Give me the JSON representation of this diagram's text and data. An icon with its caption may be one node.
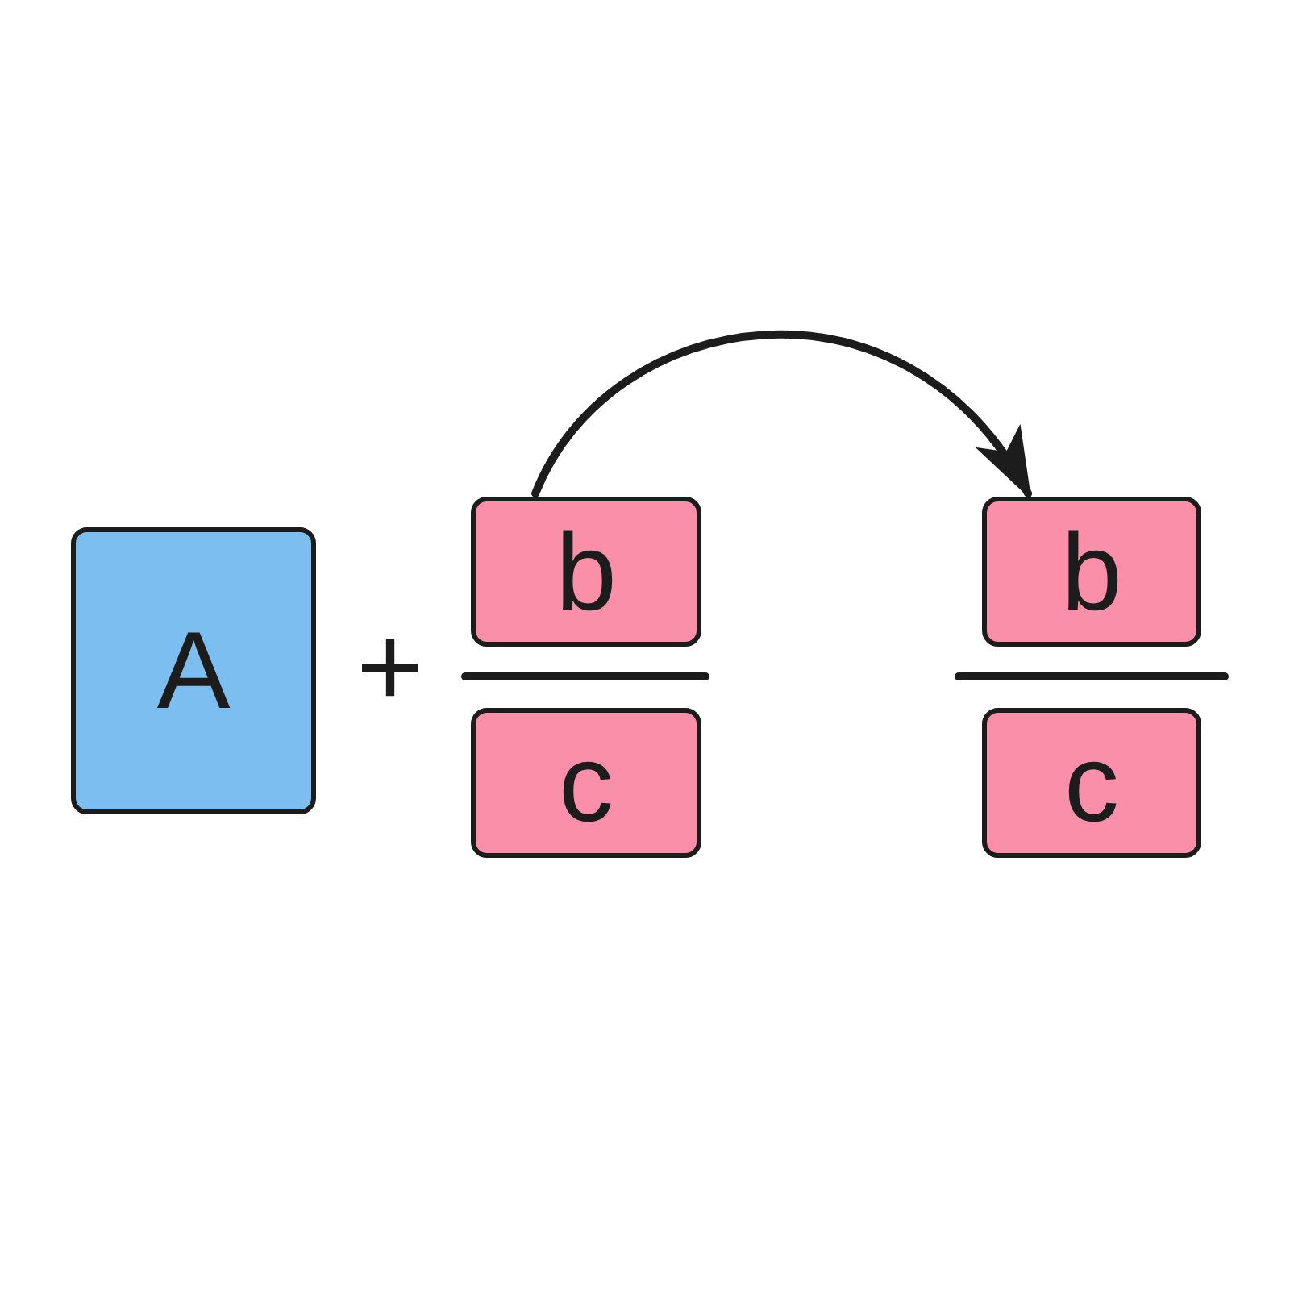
{
  "diagram": {
    "nodes": [
      {
        "text": [
          "A"
        ]
      },
      {
        "text": [
          "b"
        ]
      },
      {
        "text": [
          "c"
        ]
      },
      {
        "text": [
          "b"
        ]
      },
      {
        "text": [
          "c"
        ]
      }
    ],
    "edges": [
      {
        "from": 1,
        "to": 3,
        "arrow": "to"
      }
    ],
    "labels": [
      "+"
    ]
  }
}
